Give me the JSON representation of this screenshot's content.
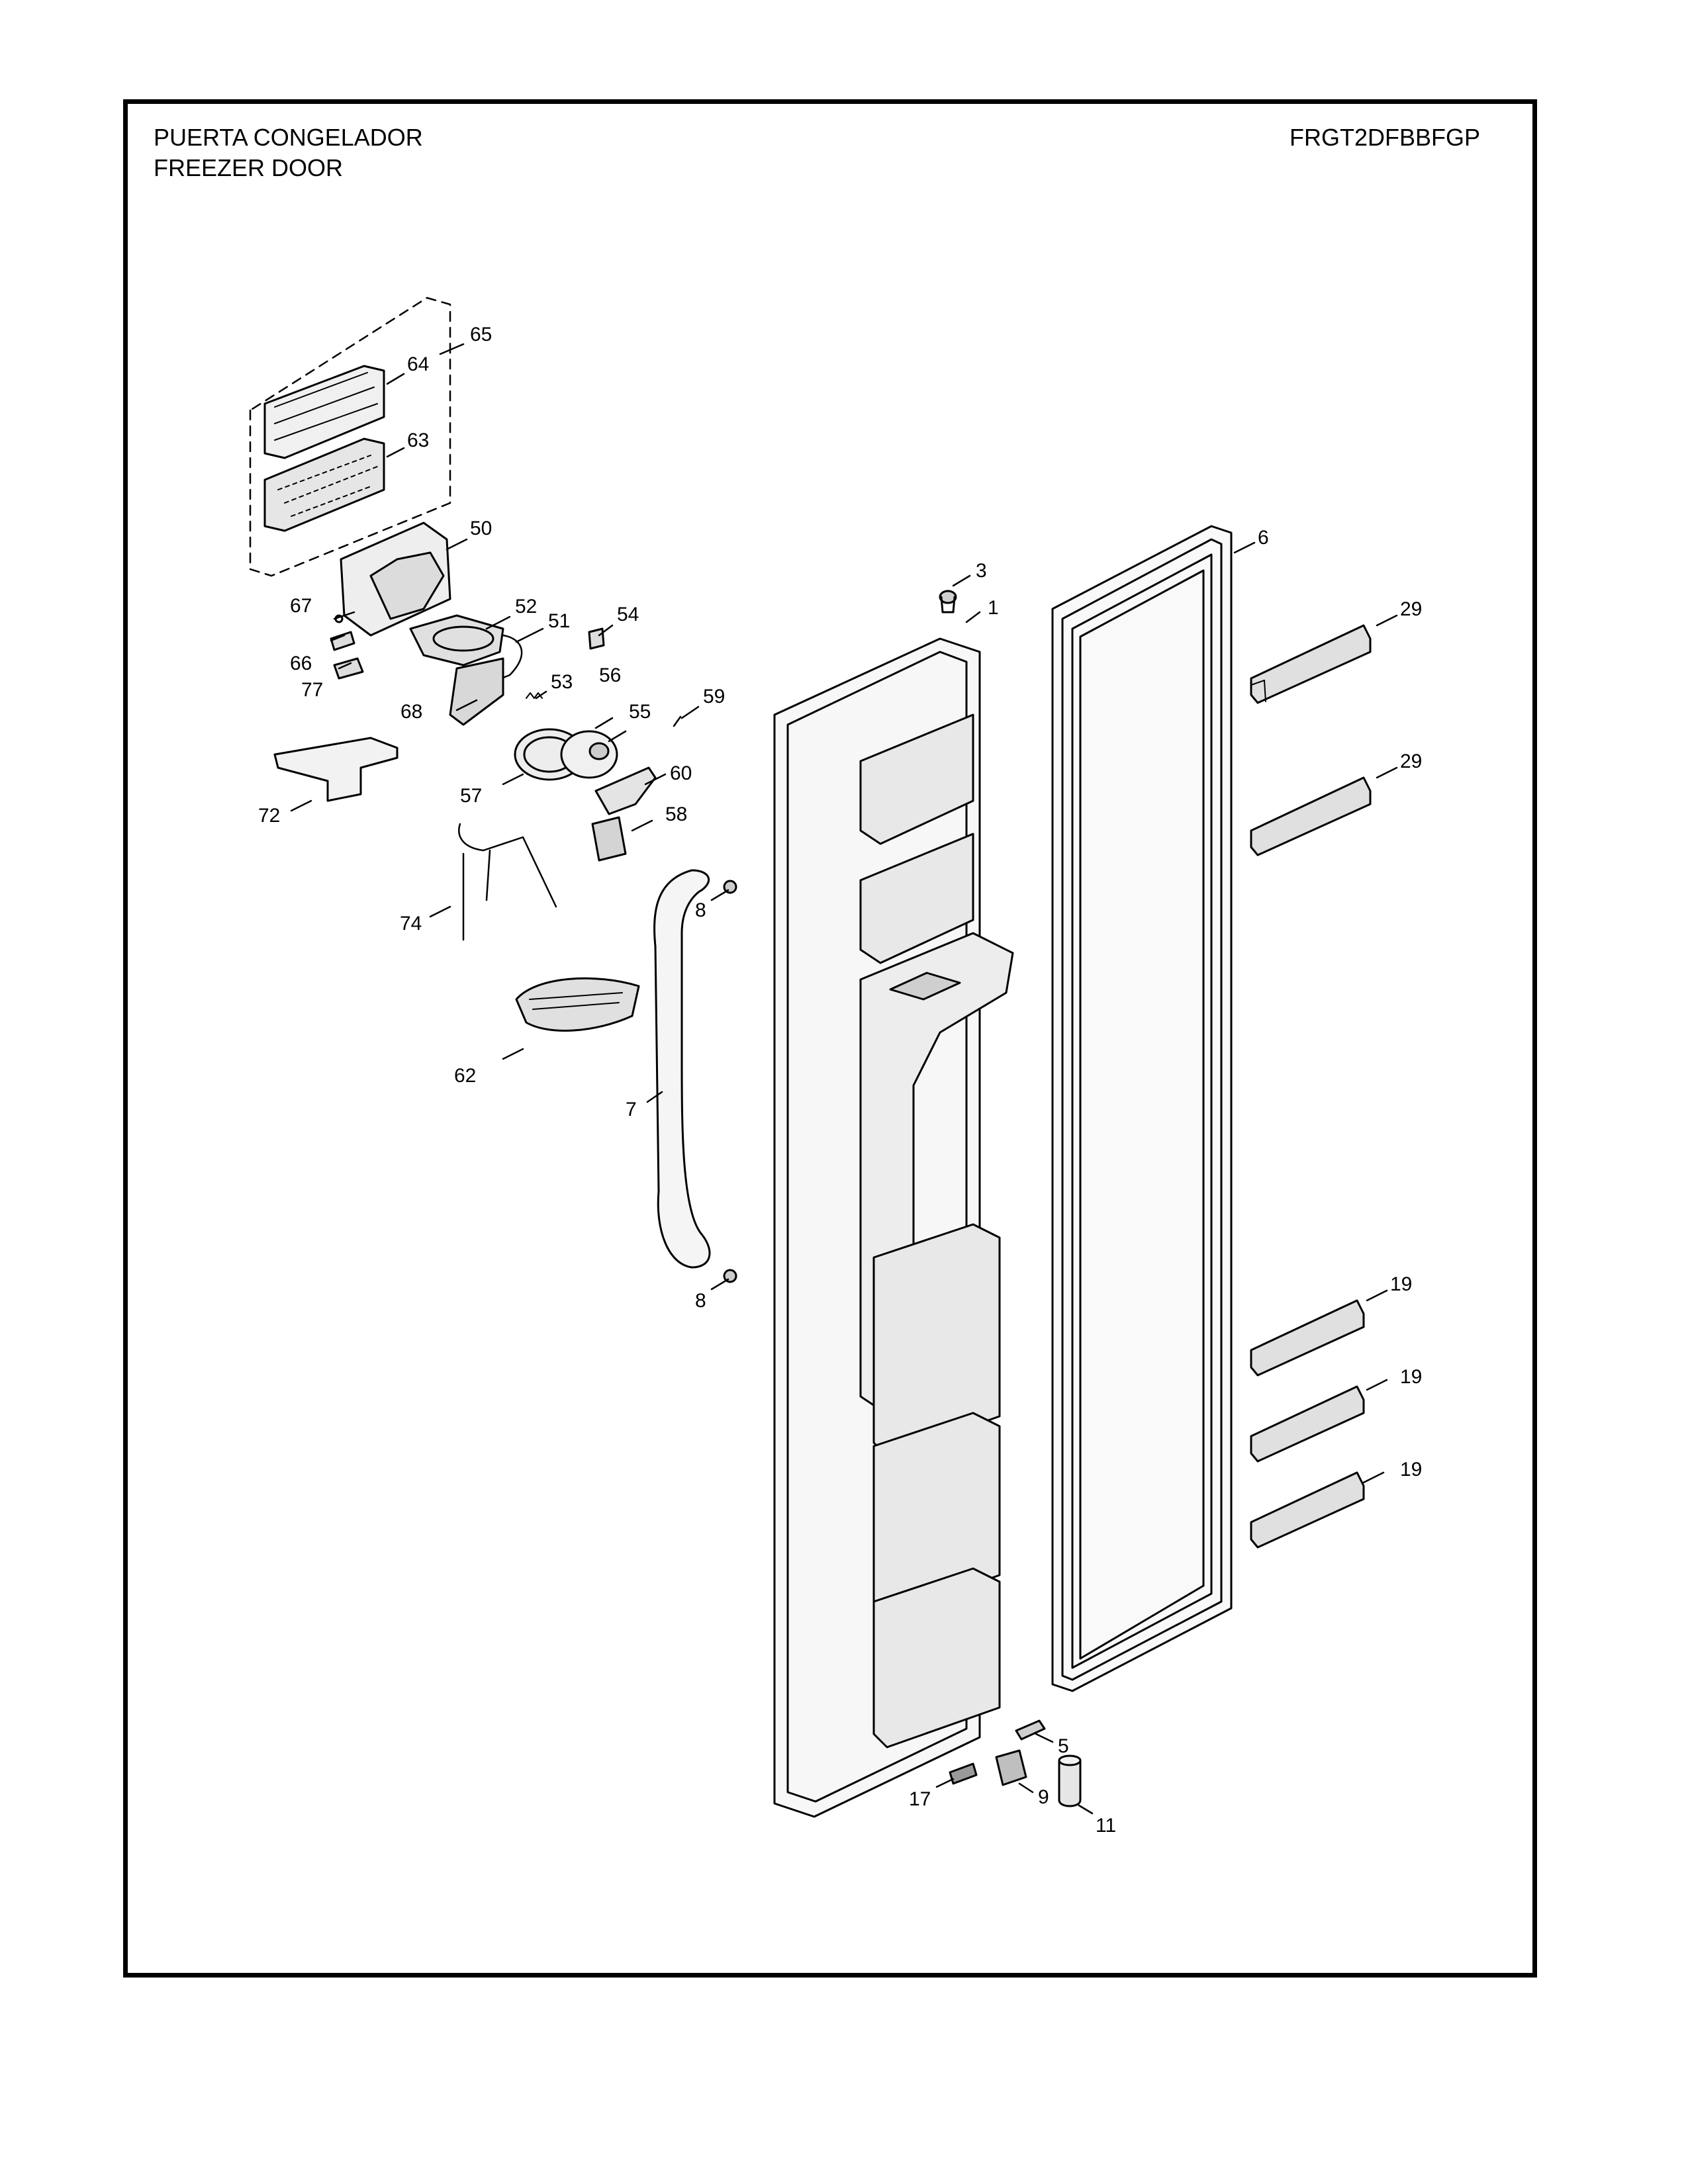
{
  "header": {
    "title_es": "PUERTA CONGELADOR",
    "title_en": "FREEZER DOOR",
    "model": "FRGT2DFBBFGP"
  },
  "colors": {
    "line": "#000000",
    "background": "#ffffff",
    "part_fill": "#e6e6e6"
  },
  "callouts": [
    {
      "id": "c65",
      "text": "65"
    },
    {
      "id": "c64",
      "text": "64"
    },
    {
      "id": "c63",
      "text": "63"
    },
    {
      "id": "c50",
      "text": "50"
    },
    {
      "id": "c67",
      "text": "67"
    },
    {
      "id": "c52",
      "text": "52"
    },
    {
      "id": "c51",
      "text": "51"
    },
    {
      "id": "c54",
      "text": "54"
    },
    {
      "id": "c66",
      "text": "66"
    },
    {
      "id": "c77",
      "text": "77"
    },
    {
      "id": "c53",
      "text": "53"
    },
    {
      "id": "c56",
      "text": "56"
    },
    {
      "id": "c68",
      "text": "68"
    },
    {
      "id": "c55",
      "text": "55"
    },
    {
      "id": "c59",
      "text": "59"
    },
    {
      "id": "c57",
      "text": "57"
    },
    {
      "id": "c60",
      "text": "60"
    },
    {
      "id": "c72",
      "text": "72"
    },
    {
      "id": "c58",
      "text": "58"
    },
    {
      "id": "c74",
      "text": "74"
    },
    {
      "id": "c8a",
      "text": "8"
    },
    {
      "id": "c62",
      "text": "62"
    },
    {
      "id": "c7",
      "text": "7"
    },
    {
      "id": "c8b",
      "text": "8"
    },
    {
      "id": "c3",
      "text": "3"
    },
    {
      "id": "c1",
      "text": "1"
    },
    {
      "id": "c6",
      "text": "6"
    },
    {
      "id": "c29a",
      "text": "29"
    },
    {
      "id": "c29b",
      "text": "29"
    },
    {
      "id": "c19a",
      "text": "19"
    },
    {
      "id": "c19b",
      "text": "19"
    },
    {
      "id": "c19c",
      "text": "19"
    },
    {
      "id": "c5",
      "text": "5"
    },
    {
      "id": "c17",
      "text": "17"
    },
    {
      "id": "c9",
      "text": "9"
    },
    {
      "id": "c11",
      "text": "11"
    }
  ]
}
